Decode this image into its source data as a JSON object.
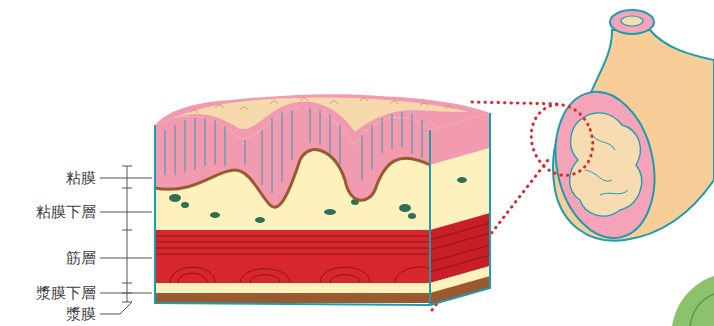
{
  "diagram": {
    "labels": [
      "粘膜",
      "粘膜下層",
      "筋層",
      "漿膜下層",
      "漿膜"
    ]
  }
}
